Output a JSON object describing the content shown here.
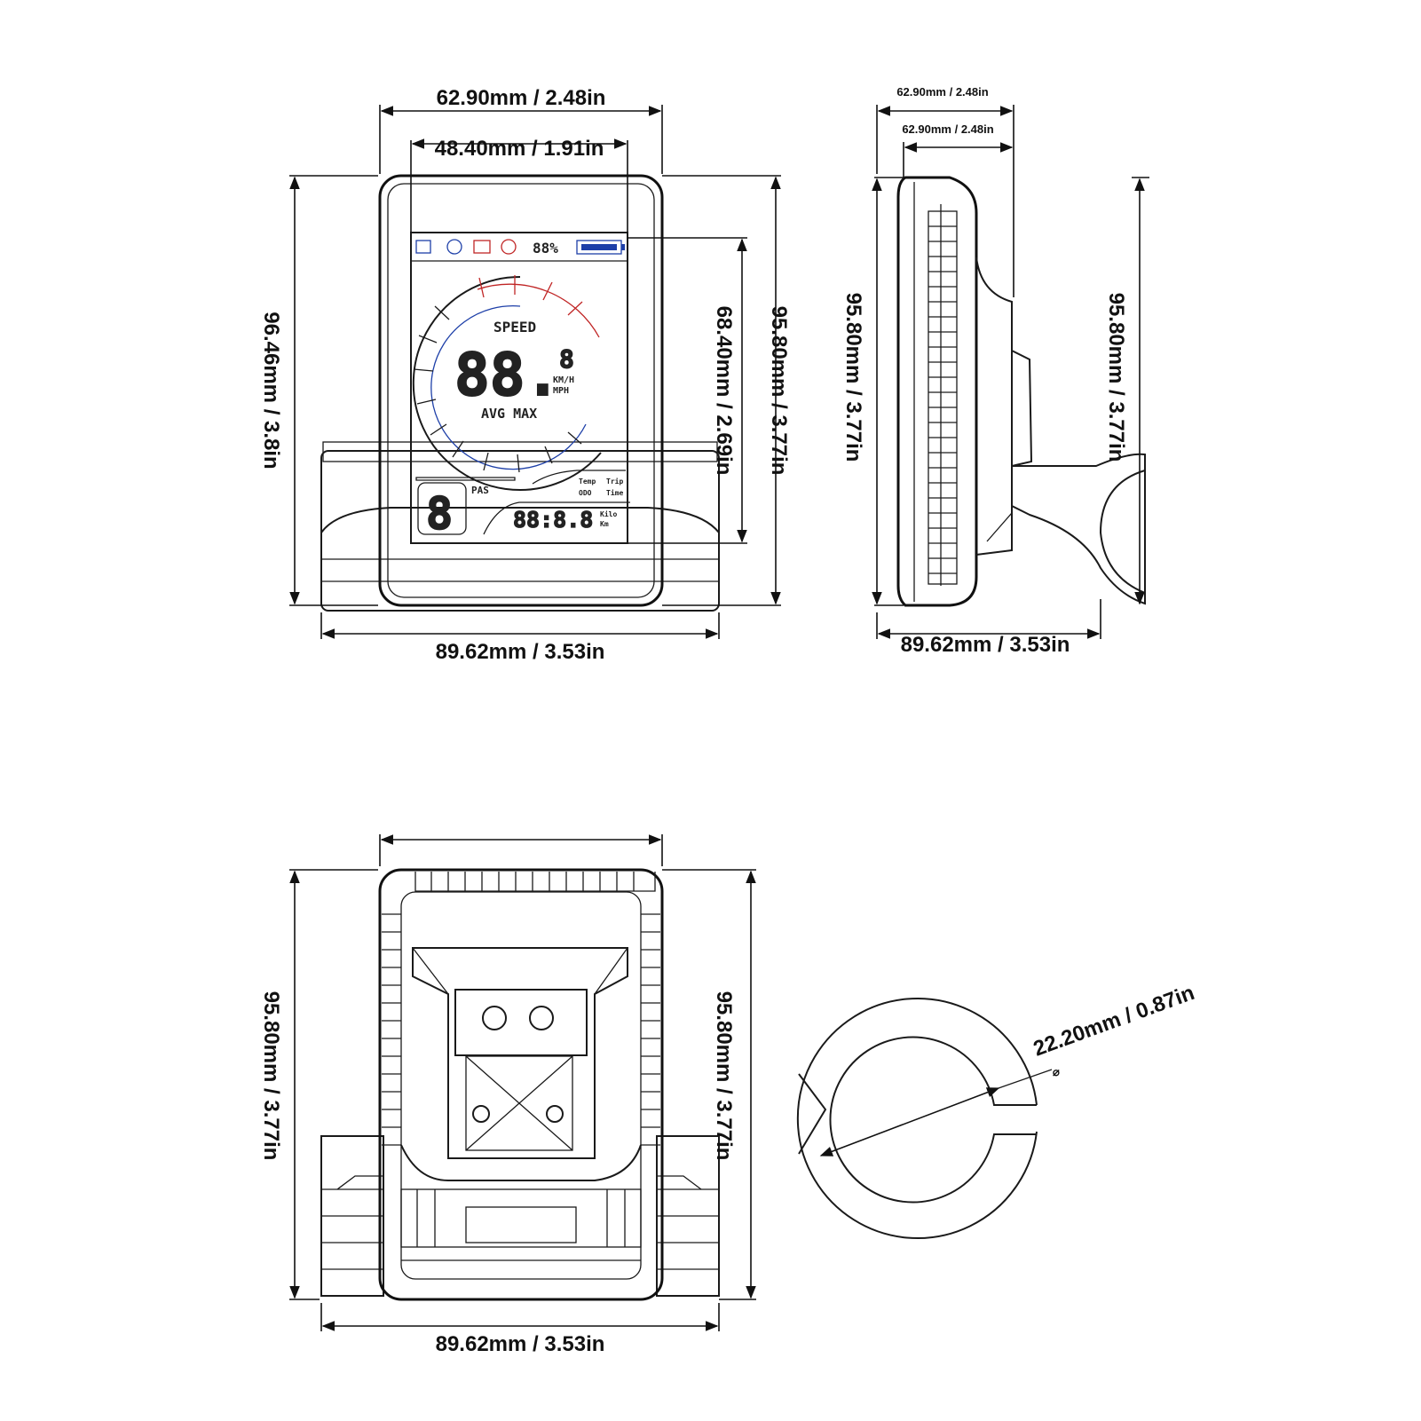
{
  "front_view": {
    "width_outer": "62.90mm / 2.48in",
    "width_screen": "48.40mm / 1.91in",
    "height_total": "96.46mm / 3.8in",
    "height_screen": "68.40mm / 2.69in",
    "height_body": "95.80mm / 3.77in",
    "width_bracket": "89.62mm / 3.53in"
  },
  "lcd": {
    "battery_pct": "88%",
    "speed_label": "SPEED",
    "speed_digits": "88.",
    "speed_decimal": "8",
    "unit_top": "KM/H",
    "unit_bottom": "MPH",
    "avg_max": "AVG  MAX",
    "level_digit": "8",
    "level_label": "PAS",
    "odo_digits": "88:8.8",
    "tl_label": "Temp",
    "tr_label": "Trip",
    "bl_label": "ODO",
    "br_label": "Time",
    "unit_km": "Kilo",
    "unit_mi": "Km"
  },
  "side_view": {
    "top_width_1": "62.90mm / 2.48in",
    "top_width_2": "62.90mm / 2.48in",
    "height_left": "95.80mm / 3.77in",
    "height_right": "95.80mm / 3.77in",
    "width_bottom": "89.62mm / 3.53in"
  },
  "back_view": {
    "height_left": "95.80mm / 3.77in",
    "height_right": "95.80mm / 3.77in",
    "width_bottom": "89.62mm / 3.53in"
  },
  "clamp_view": {
    "diameter": "22.20mm / 0.87in",
    "diameter_symbol": "⌀"
  }
}
